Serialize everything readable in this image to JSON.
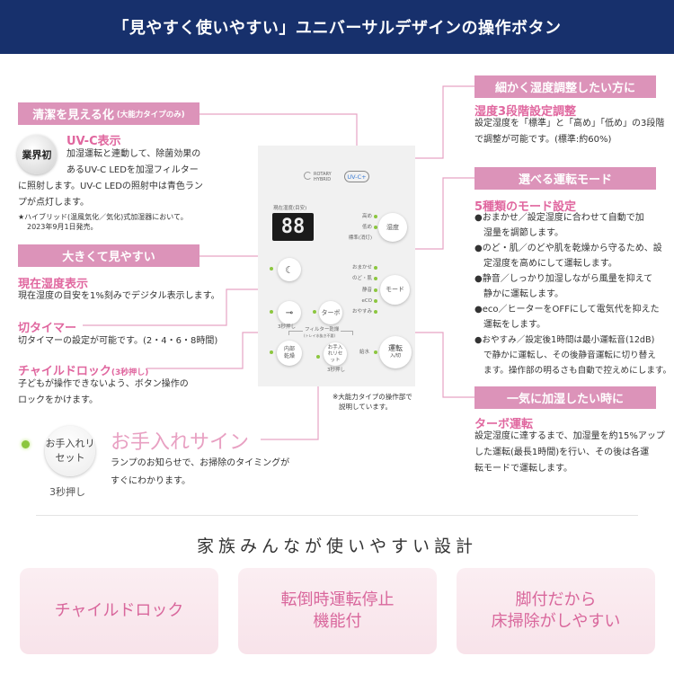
{
  "header": {
    "title": "「見やすく使いやすい」ユニバーサルデザインの操作ボタン"
  },
  "left": {
    "clean": {
      "box": "清潔を見える化",
      "box_note": "(大能力タイプのみ)",
      "badge": "業界初",
      "heading": "UV-C表示",
      "text1": "加湿運転と連動して、除菌効果の",
      "text2": "あるUV-C LEDを加湿フィルター",
      "text3": "に照射します。UV-C LEDの照射中は青色ラン",
      "text4": "プが点灯します。",
      "note1": "★ハイブリッド(温風気化／気化)式加湿器において。",
      "note2": "2023年9月1日発売。"
    },
    "big": {
      "box": "大きくて見やすい"
    },
    "humidity_display": {
      "heading": "現在湿度表示",
      "text": "現在湿度の目安を1%刻みでデジタル表示します。"
    },
    "timer": {
      "heading": "切タイマー",
      "text": "切タイマーの設定が可能です。(2・4・6・8時間)"
    },
    "child_lock": {
      "heading": "チャイルドロック",
      "heading_note": "(3秒押し)",
      "text1": "子どもが操作できないよう、ボタン操作の",
      "text2": "ロックをかけます。"
    },
    "maintenance": {
      "button": "お手入れリセット",
      "hold": "3秒押し",
      "heading": "お手入れサイン",
      "text1": "ランプのお知らせで、お掃除のタイミングが",
      "text2": "すぐにわかります。"
    }
  },
  "panel": {
    "logo": "ROTARY HYBRID",
    "uvc": "UV-C+",
    "display_label": "現在湿度(目安)",
    "display_value": "88",
    "humidity_levels": [
      "高め",
      "低め",
      "標準(消灯)"
    ],
    "humidity_button": "湿度",
    "modes": [
      "おまかせ",
      "のど・肌",
      "静音",
      "eCO",
      "おやすみ"
    ],
    "mode_button": "モード",
    "lock_hold": "3秒押し",
    "turbo_button": "ターボ",
    "filter_dry": "フィルター乾燥",
    "filter_dry_sub": "(トレイ水抜き不要)",
    "internal_dry": "内部乾燥",
    "maint_reset": "お手入れリセット",
    "maint_hold": "3秒押し",
    "water": "給水",
    "power_button": "運転",
    "power_sub": "入/切",
    "note1": "※大能力タイプの操作部で",
    "note2": "説明しています。"
  },
  "right": {
    "humidity": {
      "box": "細かく湿度調整したい方に",
      "heading": "湿度3段階設定調整",
      "text1": "設定湿度を「標準」と「高め」「低め」の3段階",
      "text2": "で調整が可能です。(標準:約60%)"
    },
    "modes": {
      "box": "選べる運転モード",
      "heading": "5種類のモード設定",
      "items": [
        [
          "●おまかせ／設定湿度に合わせて自動で加",
          "湿量を調節します。"
        ],
        [
          "●のど・肌／のどや肌を乾燥から守るため、設",
          "定湿度を高めにして運転します。"
        ],
        [
          "●静音／しっかり加湿しながら風量を抑えて",
          "静かに運転します。"
        ],
        [
          "●eco／ヒーターをOFFにして電気代を抑えた",
          "運転をします。"
        ],
        [
          "●おやすみ／設定後1時間は最小運転音(12dB)",
          "で静かに運転し、その後静音運転に切り替え",
          "ます。操作部の明るさも自動で控えめにします。"
        ]
      ]
    },
    "turbo": {
      "box": "一気に加湿したい時に",
      "heading": "ターボ運転",
      "text1": "設定湿度に達するまで、加湿量を約15%アップ",
      "text2": "した運転(最長1時間)を行い、その後は各運",
      "text3": "転モードで運転します。"
    }
  },
  "bottom": {
    "title": "家族みんなが使いやすい設計",
    "cards": [
      [
        "チャイルドロック"
      ],
      [
        "転倒時運転停止",
        "機能付"
      ],
      [
        "脚付だから",
        "床掃除がしやすい"
      ]
    ]
  },
  "colors": {
    "navy": "#17306c",
    "pink": "#dc93b9",
    "pink_text": "#e0679f",
    "lamp": "#8cc63f"
  }
}
